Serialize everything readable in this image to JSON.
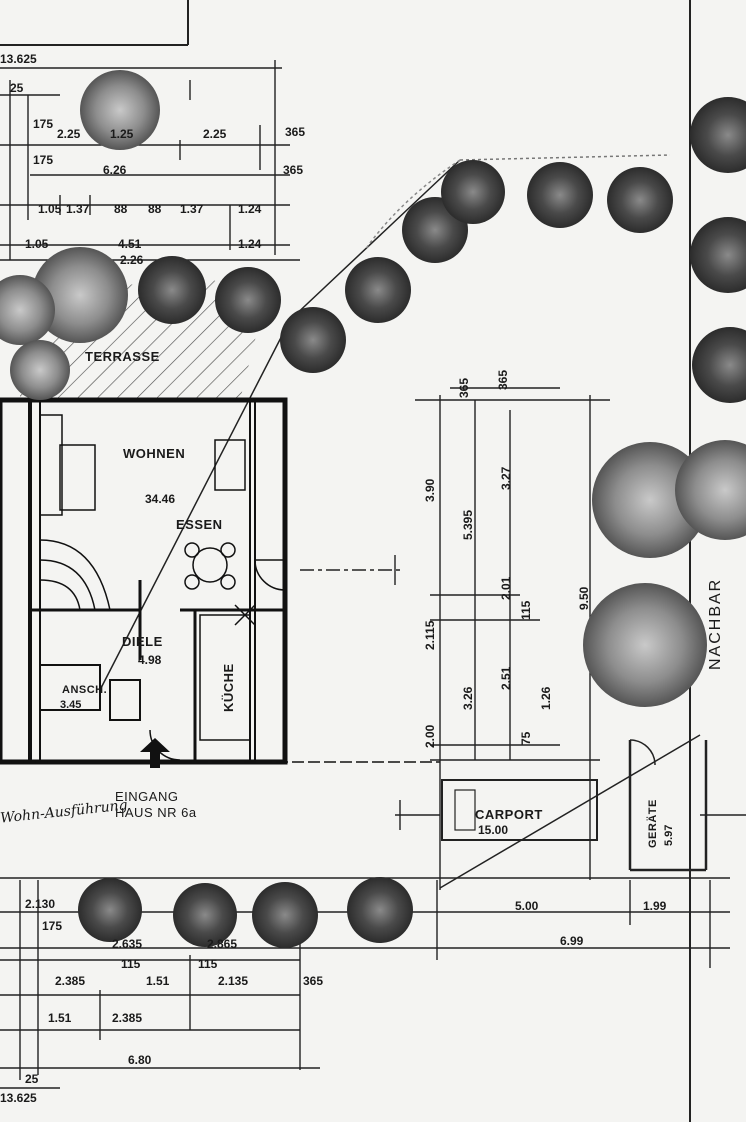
{
  "rooms": {
    "terrasse": "TERRASSE",
    "wohnen": "WOHNEN",
    "wohnen_area": "34.46",
    "essen": "ESSEN",
    "diele": "DIELE",
    "diele_area": "4.98",
    "kueche": "KÜCHE",
    "ansch": "ANSCH.",
    "ansch_area": "3.45",
    "carport": "CARPORT",
    "carport_area": "15.00",
    "geraete": "GERÄTE",
    "geraete_area": "5.97",
    "nachbar": "NACHBAR"
  },
  "entrance": {
    "line1": "EINGANG",
    "line2": "HAUS NR 6a"
  },
  "dims_top": {
    "d1": "13.625",
    "d2": "25",
    "d3": "2.25",
    "d4": "175",
    "d5": "1.25",
    "d6": "2.25",
    "d7": "365",
    "d8": "175",
    "d9": "6.26",
    "d10": "365",
    "d11": "1.37",
    "d12": "88",
    "d13": "88",
    "d14": "1.37",
    "d15": "1.24",
    "d16": "4.51",
    "d17": "1.24",
    "d18": "2.26",
    "d19": "1.05",
    "d20": "1.05"
  },
  "dims_carport": {
    "v1": "365",
    "v2": "365",
    "v3": "3.90",
    "v4": "5.395",
    "v5": "3.27",
    "v6": "2.01",
    "v7": "115",
    "v8": "2.115",
    "v9": "3.26",
    "v10": "2.51",
    "v11": "1.26",
    "v12": "75",
    "v13": "2.00",
    "v14": "9.50",
    "h1": "5.00",
    "h2": "1.99",
    "h3": "6.99"
  },
  "dims_bottom": {
    "b1": "2.130",
    "b2": "175",
    "b3": "2.635",
    "b4": "2.865",
    "b5": "2.385",
    "b6": "1.51",
    "b7": "2.135",
    "b8": "365",
    "b9": "2.385",
    "b10": "1.51",
    "b11": "6.80",
    "b12": "13.625",
    "b13": "25",
    "b14": "115",
    "b15": "115"
  },
  "signature": "Wohn-Ausführung"
}
